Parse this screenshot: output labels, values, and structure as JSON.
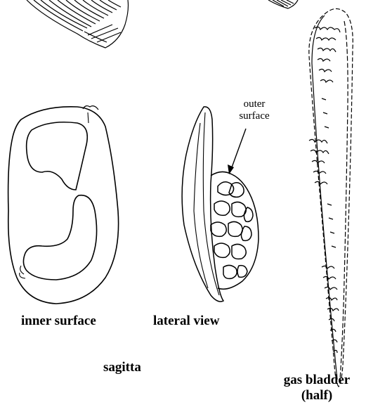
{
  "labels": {
    "outer_surface_line1": "outer",
    "outer_surface_line2": "surface",
    "inner_surface": "inner surface",
    "lateral_view": "lateral view",
    "sagitta": "sagitta",
    "gas_bladder_line1": "gas bladder",
    "gas_bladder_line2": "(half)"
  },
  "colors": {
    "ink": "#000000",
    "background": "#ffffff"
  }
}
